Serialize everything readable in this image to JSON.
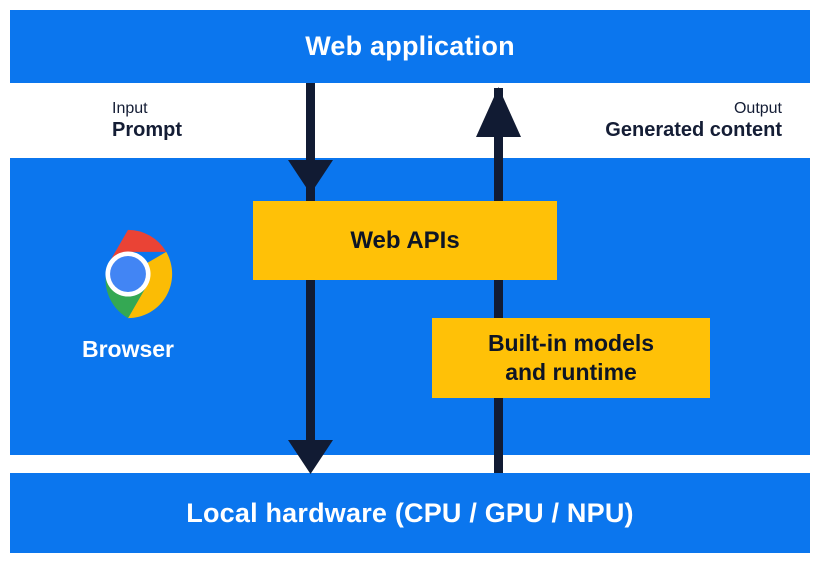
{
  "diagram": {
    "title": "Web application",
    "colors": {
      "blue": "#0B76EE",
      "yellow": "#FFC107",
      "arrow_navy": "#111B33",
      "text_navy": "#141D35",
      "white": "#FFFFFF",
      "chrome_red": "#EA4335",
      "chrome_yellow": "#FBBC05",
      "chrome_green": "#34A853",
      "chrome_blue": "#4285F4"
    }
  },
  "panels": {
    "web_application": {
      "label": "Web application"
    },
    "browser": {
      "label": "Browser"
    },
    "local_hardware": {
      "label": "Local hardware (CPU / GPU / NPU)"
    }
  },
  "io": {
    "input": {
      "kind": "Input",
      "value": "Prompt"
    },
    "output": {
      "kind": "Output",
      "value": "Generated content"
    }
  },
  "boxes": {
    "web_apis": {
      "label": "Web APIs"
    },
    "builtin_models": {
      "line1": "Built-in models",
      "line2": "and runtime"
    }
  },
  "arrows": {
    "down": {
      "direction": "down",
      "from": "Web application",
      "to": "Local hardware (CPU / GPU / NPU)"
    },
    "up": {
      "direction": "up",
      "from": "Local hardware (CPU / GPU / NPU)",
      "to": "Web application"
    }
  },
  "icons": {
    "chrome": "chrome-logo-icon"
  }
}
